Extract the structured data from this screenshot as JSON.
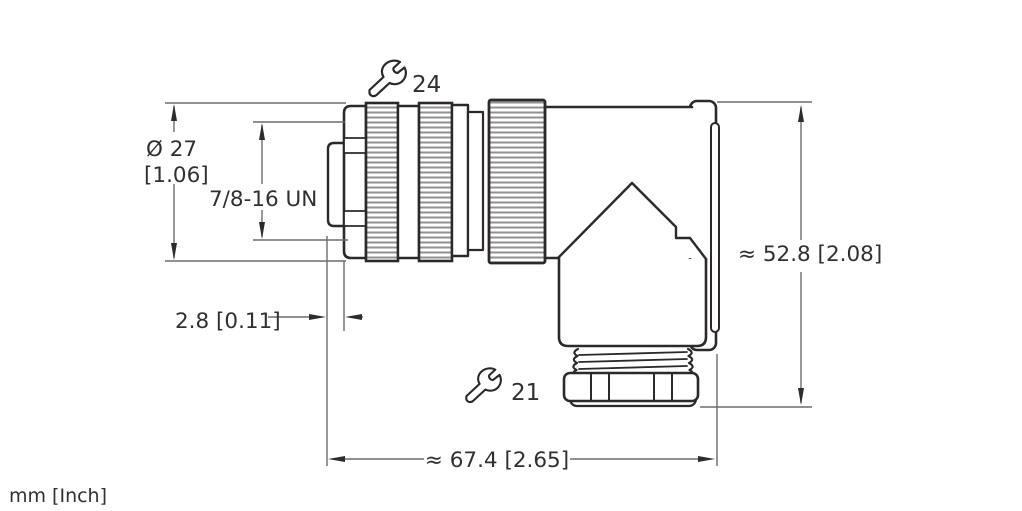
{
  "drawing": {
    "kind": "technical-dimension-drawing",
    "subject": "right-angle circular connector, side view",
    "units": {
      "label": "mm [Inch]"
    },
    "labels": {
      "wrench_coupling": "24",
      "wrench_gland": "21",
      "diameter_mm": "Ø 27",
      "diameter_inch": "[1.06]",
      "thread_spec": "7/8-16 UN",
      "protrusion": "2.8 [0.11]",
      "overall_height": "≈ 52.8 [2.08]",
      "overall_length": "≈ 67.4 [2.65]"
    },
    "icons": {
      "wrench": "open-end-wrench"
    },
    "colors": {
      "outline": "#2d292a",
      "dimension_lines": "#6d6d6d",
      "knurl_hatch": "#909090",
      "text": "#332f30",
      "background": "#ffffff"
    }
  }
}
